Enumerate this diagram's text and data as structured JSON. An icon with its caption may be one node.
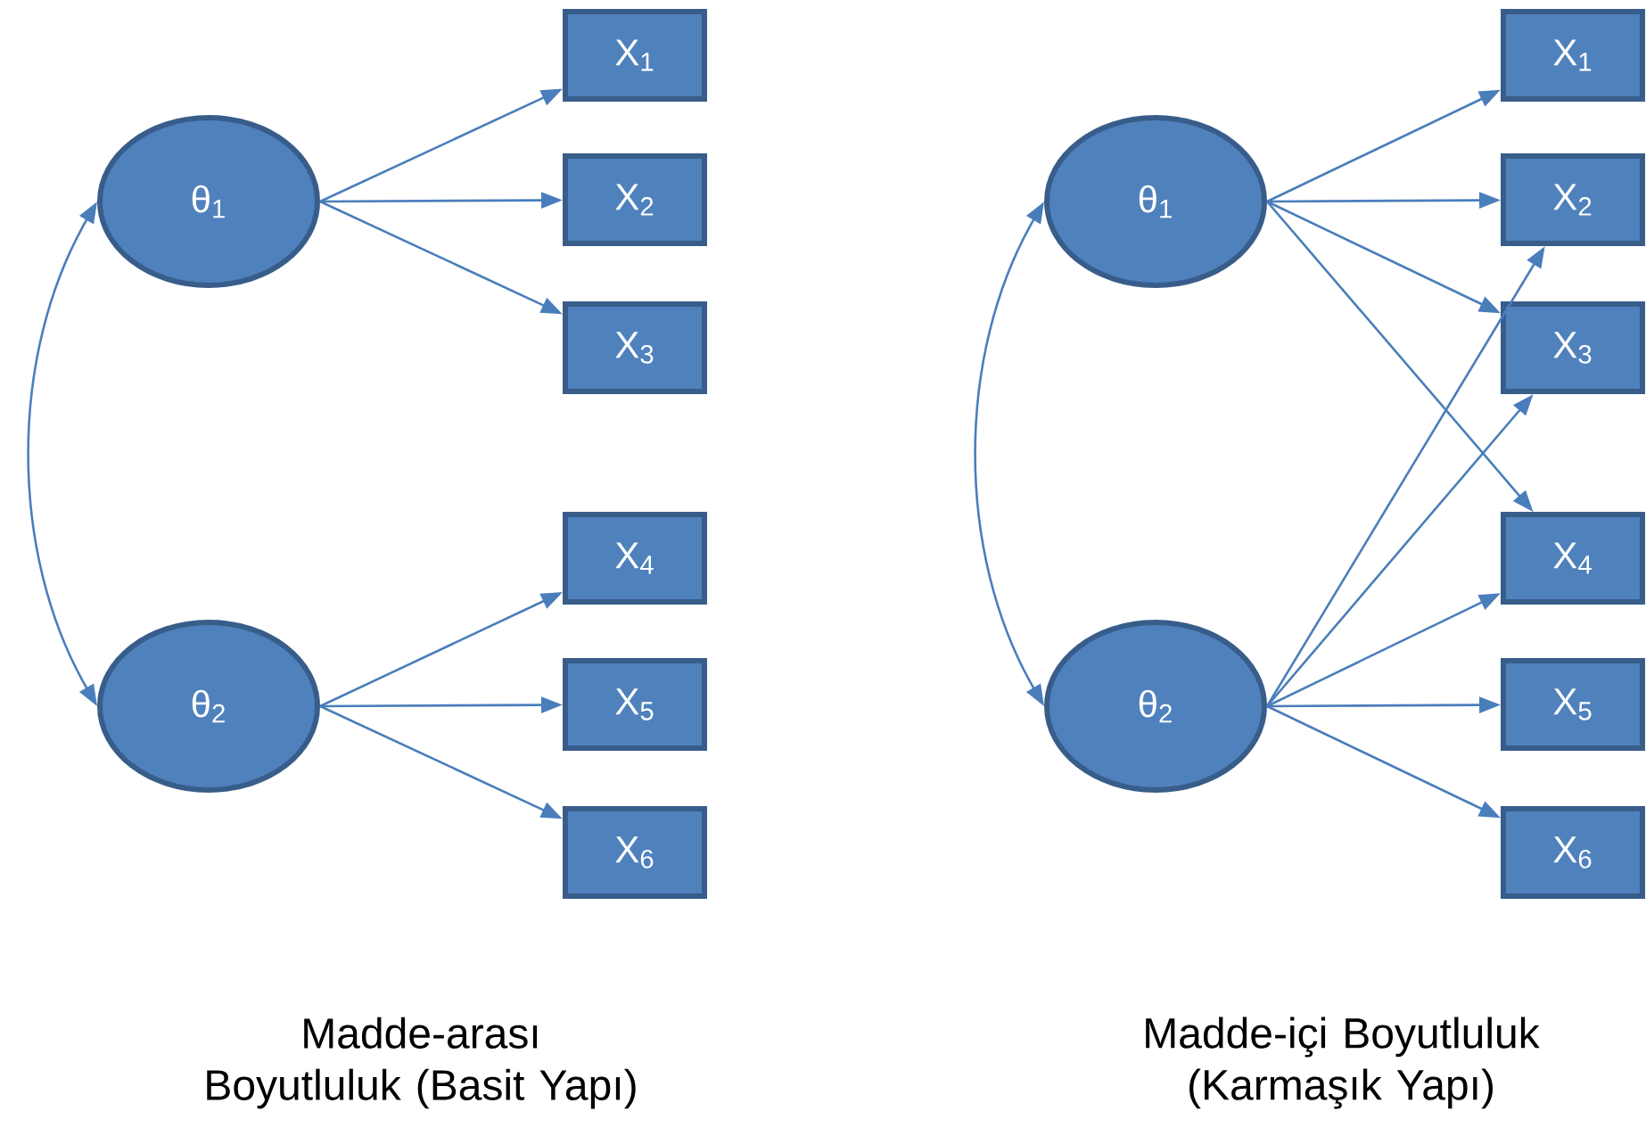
{
  "diagram": {
    "nodes": [
      {
        "text": [
          "θ$_{1}$"
        ]
      },
      {
        "text": [
          "θ$_{2}$"
        ]
      },
      {
        "text": [
          "X$_{1}$"
        ]
      },
      {
        "text": [
          "X$_{2}$"
        ]
      },
      {
        "text": [
          "X$_{3}$"
        ]
      },
      {
        "text": [
          "X$_{4}$"
        ]
      },
      {
        "text": [
          "X$_{5}$"
        ]
      },
      {
        "text": [
          "X$_{6}$"
        ]
      },
      {
        "text": [
          "θ$_{1}$"
        ]
      },
      {
        "text": [
          "θ$_{2}$"
        ]
      },
      {
        "text": [
          "X$_{1}$"
        ]
      },
      {
        "text": [
          "X$_{2}$"
        ]
      },
      {
        "text": [
          "X$_{3}$"
        ]
      },
      {
        "text": [
          "X$_{4}$"
        ]
      },
      {
        "text": [
          "X$_{5}$"
        ]
      },
      {
        "text": [
          "X$_{6}$"
        ]
      }
    ],
    "edges": [
      {
        "from": 0,
        "to": 1,
        "arrow": "both"
      },
      {
        "from": 0,
        "to": 2,
        "arrow": "to"
      },
      {
        "from": 0,
        "to": 3,
        "arrow": "to"
      },
      {
        "from": 0,
        "to": 4,
        "arrow": "to"
      },
      {
        "from": 1,
        "to": 5,
        "arrow": "to"
      },
      {
        "from": 1,
        "to": 6,
        "arrow": "to"
      },
      {
        "from": 1,
        "to": 7,
        "arrow": "to"
      },
      {
        "from": 8,
        "to": 9,
        "arrow": "both"
      },
      {
        "from": 8,
        "to": 10,
        "arrow": "to"
      },
      {
        "from": 8,
        "to": 11,
        "arrow": "to"
      },
      {
        "from": 8,
        "to": 12,
        "arrow": "to"
      },
      {
        "from": 8,
        "to": 13,
        "arrow": "to"
      },
      {
        "from": 9,
        "to": 11,
        "arrow": "to"
      },
      {
        "from": 9,
        "to": 12,
        "arrow": "to"
      },
      {
        "from": 9,
        "to": 13,
        "arrow": "to"
      },
      {
        "from": 9,
        "to": 14,
        "arrow": "to"
      },
      {
        "from": 9,
        "to": 15,
        "arrow": "to"
      }
    ],
    "labels": [
      "Madde-arası Boyutluluk (Basit Yapı)",
      "Madde-içi Boyutluluk (Karmaşık Yapı)"
    ]
  }
}
